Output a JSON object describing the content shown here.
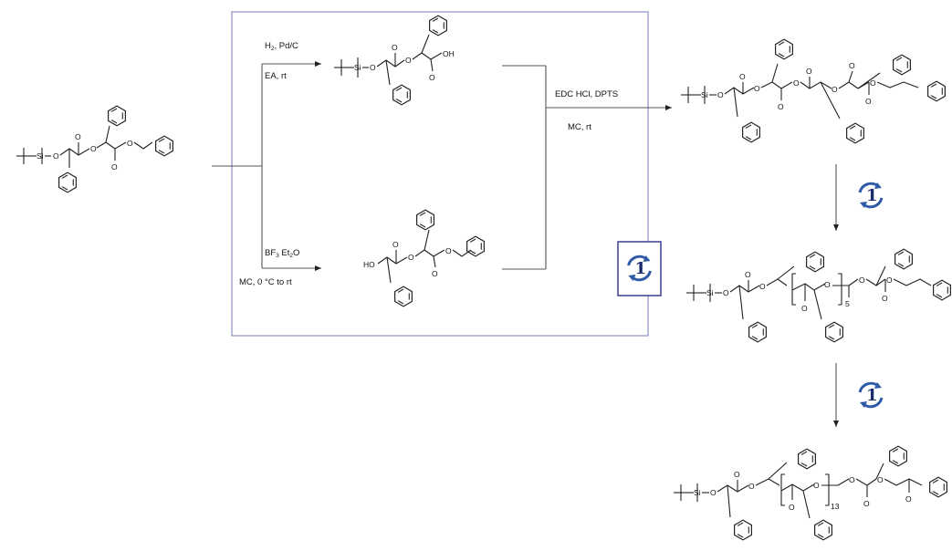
{
  "step1": {
    "reagent_top_a": "H",
    "reagent_top_sub": "2",
    "reagent_top_b": ", Pd/C",
    "solvent_top": "EA, rt",
    "reagent_bottom_a": "BF",
    "reagent_bottom_sub": "3",
    "reagent_bottom_b": " Et",
    "reagent_bottom_sub2": "2",
    "reagent_bottom_c": "O",
    "solvent_bottom": "MC, 0 °C to rt"
  },
  "coupling": {
    "reagent": "EDC HCl, DPTS",
    "solvent": "MC, rt"
  },
  "atoms": {
    "si": "Si",
    "o": "O",
    "oh": "OH",
    "ho": "HO"
  },
  "repeat": {
    "n1": "5",
    "n2": "13"
  },
  "cycle_label": "1",
  "colors": {
    "box_border": "#8b8fc7",
    "cycle_arrow": "#2e5aa6",
    "cycle_box": "#3a3f8f",
    "cycle_text": "#1b2a6b"
  }
}
